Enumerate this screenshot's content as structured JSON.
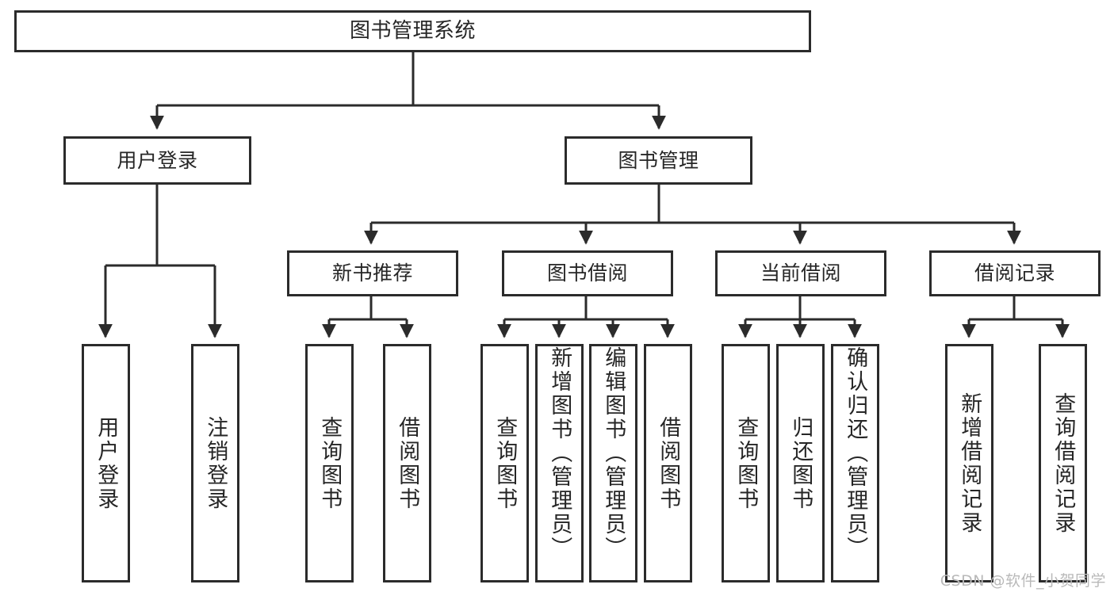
{
  "diagram": {
    "type": "tree",
    "title": "图书管理系统",
    "orientation": "top-down",
    "colors": {
      "box_border": "#2b2b2b",
      "box_fill": "#ffffff",
      "connector": "#2b2b2b",
      "text": "#262626",
      "watermark": "#b9b9b9",
      "page_background": "#ffffff"
    },
    "root": {
      "label": "图书管理系统"
    },
    "level1": [
      {
        "label": "用户登录"
      },
      {
        "label": "图书管理"
      }
    ],
    "level2": [
      {
        "label": "新书推荐"
      },
      {
        "label": "图书借阅"
      },
      {
        "label": "当前借阅"
      },
      {
        "label": "借阅记录"
      }
    ],
    "leaves": {
      "user_login": [
        {
          "label": "用户登录"
        },
        {
          "label": "注销登录"
        }
      ],
      "new_book_recommend": [
        {
          "label": "查询图书"
        },
        {
          "label": "借阅图书"
        }
      ],
      "book_borrow": [
        {
          "label": "查询图书"
        },
        {
          "label": "新增图书（管理员）"
        },
        {
          "label": "编辑图书（管理员）"
        },
        {
          "label": "借阅图书"
        }
      ],
      "current_borrow": [
        {
          "label": "查询图书"
        },
        {
          "label": "归还图书"
        },
        {
          "label": "确认归还（管理员）"
        }
      ],
      "borrow_record": [
        {
          "label": "新增借阅记录"
        },
        {
          "label": "查询借阅记录"
        }
      ]
    }
  },
  "watermark": {
    "text": "CSDN @软件_小贺同学"
  }
}
